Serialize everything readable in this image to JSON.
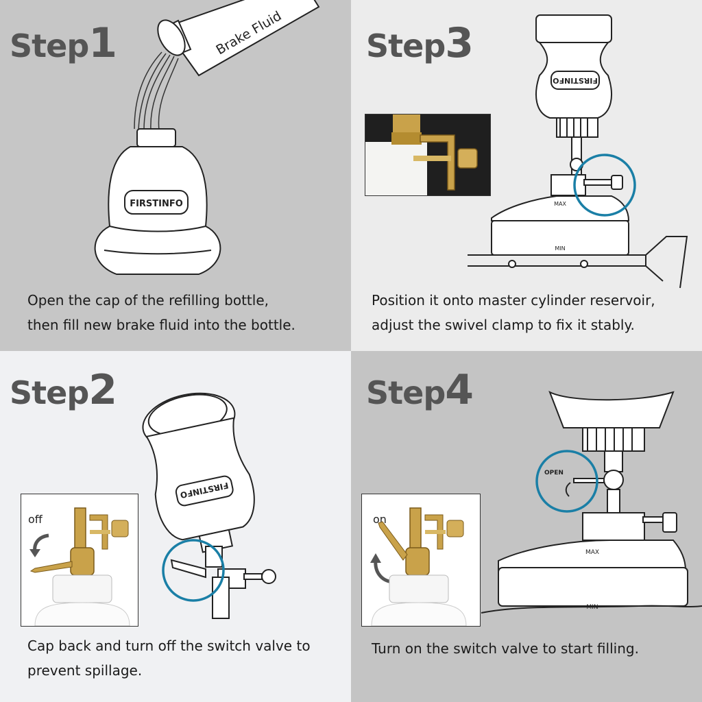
{
  "steps": [
    {
      "word": "Step",
      "num": "1",
      "caption_line1": "Open the cap of the refilling bottle,",
      "caption_line2": "then fill new brake fluid into the bottle."
    },
    {
      "word": "Step",
      "num": "2",
      "caption_line1": "Cap back and turn off the switch valve to",
      "caption_line2": "prevent spillage."
    },
    {
      "word": "Step",
      "num": "3",
      "caption_line1": "Position it onto master cylinder reservoir,",
      "caption_line2": "adjust the swivel clamp to fix it stably."
    },
    {
      "word": "Step",
      "num": "4",
      "caption_line1": "Turn on the switch valve to start filling.",
      "caption_line2": ""
    }
  ],
  "labels": {
    "brake_fluid": "Brake Fluid",
    "brand": "FIRSTINFO",
    "off": "off",
    "on": "on",
    "open": "OPEN",
    "max": "MAX",
    "min": "MIN"
  },
  "colors": {
    "highlight_circle": "#1a7fa6",
    "brass": "#c9a24a",
    "title_gray": "#555555"
  }
}
